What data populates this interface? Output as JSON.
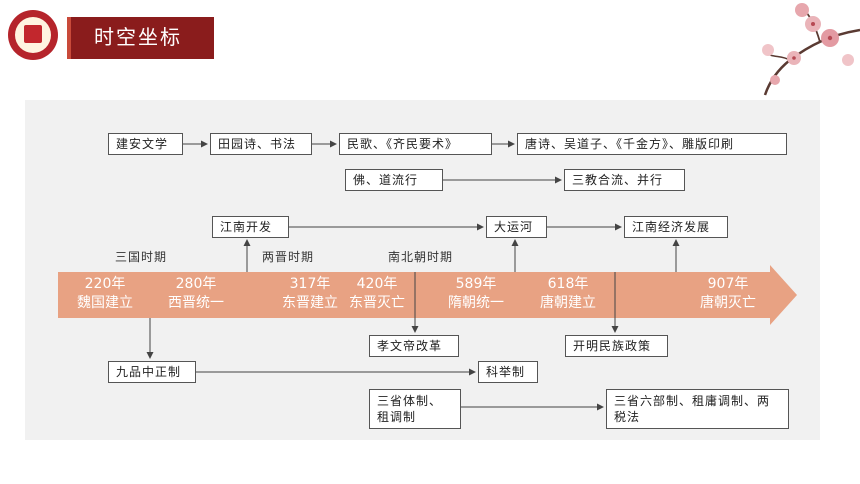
{
  "header": {
    "title": "时空坐标"
  },
  "colors": {
    "title_bar": "#8a1c1c",
    "timeline_arrow": "#e8a283",
    "panel_bg": "#f1f1f1",
    "logo": "#b5242b"
  },
  "culture": {
    "row1": [
      "建安文学",
      "田园诗、书法",
      "民歌、《齐民要术》",
      "唐诗、吴道子、《千金方》、雕版印刷"
    ],
    "buddhism": "佛、道流行",
    "merge": "三教合流、并行"
  },
  "economy": [
    "江南开发",
    "大运河",
    "江南经济发展"
  ],
  "periods": [
    "三国时期",
    "两晋时期",
    "南北朝时期"
  ],
  "timeline": [
    {
      "year": "220年",
      "event": "魏国建立"
    },
    {
      "year": "280年",
      "event": "西晋统一"
    },
    {
      "year": "317年",
      "event": "东晋建立"
    },
    {
      "year": "420年",
      "event": "东晋灭亡"
    },
    {
      "year": "589年",
      "event": "隋朝统一"
    },
    {
      "year": "618年",
      "event": "唐朝建立"
    },
    {
      "year": "907年",
      "event": "唐朝灭亡"
    }
  ],
  "politics": {
    "jiupin": "九品中正制",
    "keju": "科举制",
    "xiaowen": "孝文帝改革",
    "kaiming": "开明民族政策",
    "sansheng": "三省体制、租调制",
    "sansheng_liubu": "三省六部制、租庸调制、两税法"
  }
}
